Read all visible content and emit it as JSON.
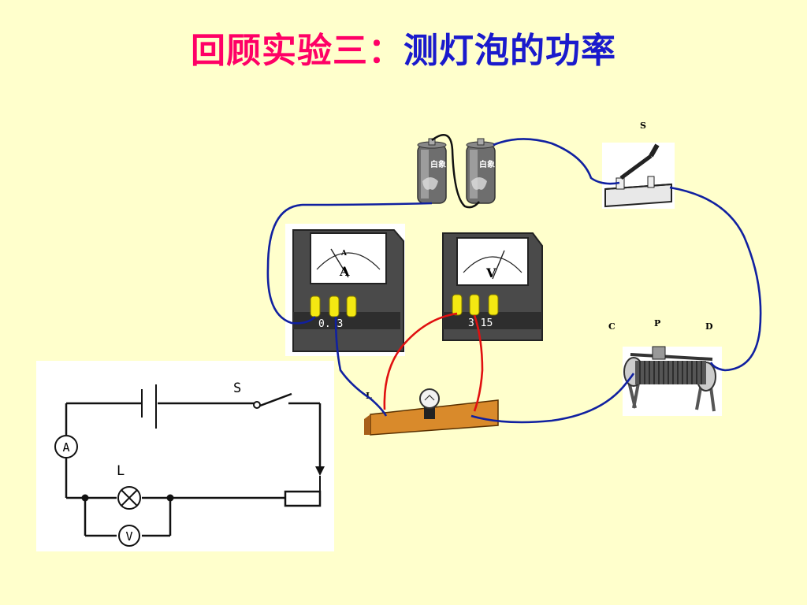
{
  "title": {
    "part1": "回顾实验三：",
    "part2": "测灯泡的功率"
  },
  "photo_labels": {
    "switch": "S",
    "rheostat_c": "C",
    "rheostat_p": "P",
    "rheostat_d": "D",
    "lamp": "L",
    "ammeter_face": "A",
    "ammeter_unit": "A",
    "ammeter_terminals": "0.  3",
    "voltmeter_unit": "V",
    "voltmeter_terminals": "3  15",
    "battery_text": "白象"
  },
  "schematic_labels": {
    "switch": "S",
    "lamp": "L",
    "ammeter": "A",
    "voltmeter": "V"
  },
  "colors": {
    "background": "#FFFFCC",
    "title_red": "#FF0066",
    "title_blue": "#1A1ACC",
    "wire_blue": "#1020A0",
    "wire_red": "#E01010",
    "board_orange": "#D98A2B"
  }
}
